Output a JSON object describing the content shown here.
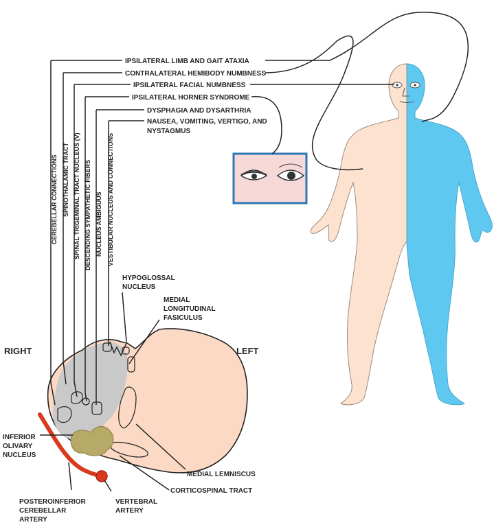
{
  "syndromes": [
    "IPSILATERAL LIMB AND GAIT ATAXIA",
    "CONTRALATERAL HEMIBODY NUMBNESS",
    "IPSILATERAL FACIAL NUMBNESS",
    "IPSILATERAL HORNER SYNDROME",
    "DYSPHAGIA AND DYSARTHRIA",
    "NAUSEA, VOMITING, VERTIGO, AND",
    "NYSTAGMUS"
  ],
  "structures": [
    "CEREBELLAR CONNECTIONS",
    "SPINOTHALAMIC TRACT",
    "SPINAL TRIGEMINAL TRACT  NUCLEUS (V)",
    "DESCENDING SYMPATHETIC FIBERS",
    "NUCLEUS AMBIGUUS",
    "VESTIBULAR NUCLEUS AND CONNECTIONS"
  ],
  "side_right": "RIGHT",
  "side_left": "LEFT",
  "hypoglossal": [
    "HYPOGLOSSAL",
    "NUCLEUS"
  ],
  "mlf": [
    "MEDIAL",
    "LONGITUDINAL",
    "FASICULUS"
  ],
  "inferior_olivary": [
    "INFERIOR",
    "OLIVARY",
    "NUCLEUS"
  ],
  "medial_lemniscus": "MEDIAL LEMNISCUS",
  "corticospinal": "CORTICOSPINAL TRACT",
  "pica": [
    "POSTEROINFERIOR",
    "CEREBELLAR",
    "ARTERY"
  ],
  "vertebral": [
    "VERTEBRAL",
    "ARTERY"
  ],
  "colors": {
    "skin": "#fde2cf",
    "numb": "#5ec8f0",
    "brainstem": "#fbd9c4",
    "lesion": "#c9c9c9",
    "olive": "#b7aa68",
    "artery": "#d9391c",
    "eye_box": "#f6d8d8",
    "eye_box_border": "#2c78b5"
  }
}
